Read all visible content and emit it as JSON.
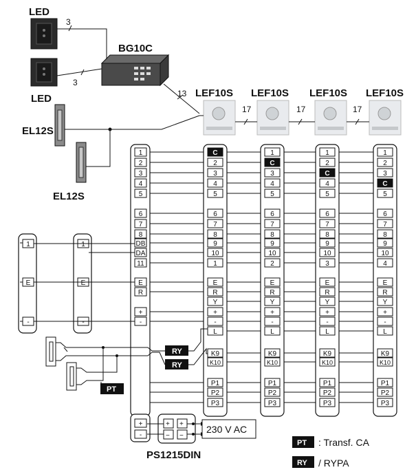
{
  "labels": {
    "led_top": "LED",
    "led_bottom": "LED",
    "bg10c": "BG10C",
    "el12s_1": "EL12S",
    "el12s_2": "EL12S",
    "lef_1": "LEF10S",
    "lef_2": "LEF10S",
    "lef_3": "LEF10S",
    "lef_4": "LEF10S",
    "psu": "PS1215DIN",
    "ac_supply": "230 V AC"
  },
  "wire_counts": {
    "led_top": "3",
    "led_bottom": "3",
    "bg_to_panel": "13",
    "panel_12": "17",
    "panel_23": "17",
    "panel_34": "17"
  },
  "controller_terminals": [
    "1",
    "2",
    "3",
    "4",
    "5",
    "6",
    "7",
    "8",
    "DB",
    "DA",
    "11",
    "E",
    "R",
    "+",
    "-"
  ],
  "panel_terminals": [
    "1",
    "2",
    "3",
    "4",
    "5",
    "6",
    "7",
    "8",
    "9",
    "10",
    "",
    "E",
    "R",
    "Y",
    "+",
    "-",
    "L",
    "K9",
    "K10",
    "P1",
    "P2",
    "P3"
  ],
  "panel_ids": [
    "1",
    "2",
    "3",
    "4"
  ],
  "common_marker": "C",
  "left_module_1": [
    "1",
    "E",
    "-"
  ],
  "left_module_2": [
    "1",
    "E",
    "-"
  ],
  "controller_bottom": [
    "+",
    "-"
  ],
  "psu_terminals": [
    "+",
    "+",
    "−",
    "−"
  ],
  "relay_tag": "RY",
  "transformer_tag": "PT",
  "legend": {
    "pt_text": ": Transf. CA",
    "ry_text": "/ RYPA"
  }
}
